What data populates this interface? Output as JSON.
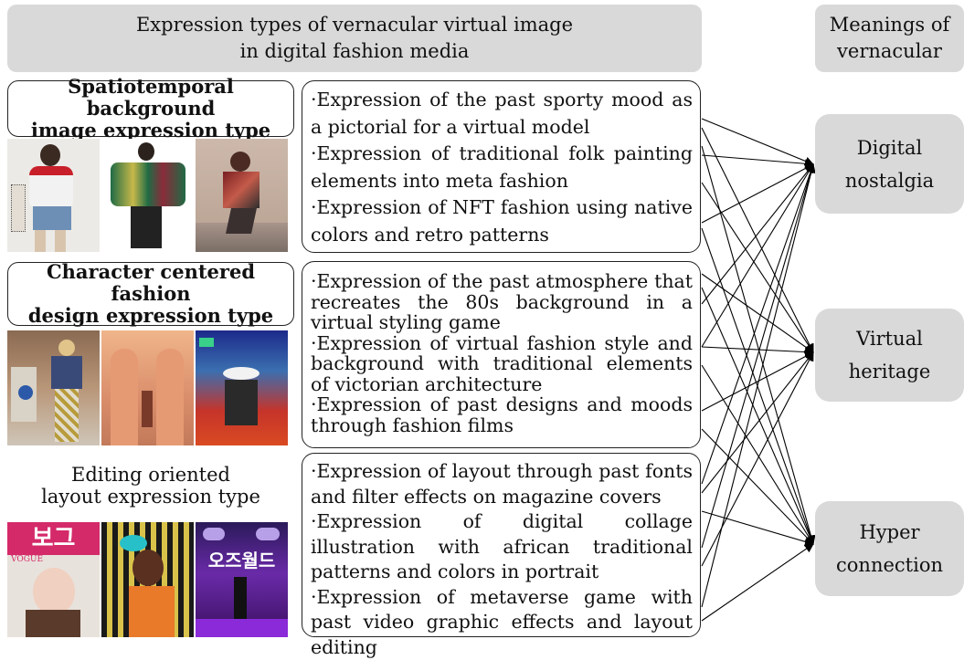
{
  "headers": {
    "left": [
      "Expression types of vernacular virtual image",
      "in digital fashion media"
    ],
    "right": [
      "Meanings of",
      "vernacular"
    ]
  },
  "types": [
    {
      "title": [
        "Spatiotemporal background",
        "image expression type"
      ],
      "items": [
        "·Expression of the past sporty mood as a pictorial for a virtual model",
        "·Expression of traditional folk painting elements into meta fashion",
        "·Expression of NFT fashion using native colors and retro patterns"
      ]
    },
    {
      "title": [
        "Character centered fashion",
        "design expression type"
      ],
      "items": [
        "·Expression of the past atmosphere that recreates the 80s background in a virtual styling game",
        "·Expression of virtual fashion style and background with traditional elements of victorian architecture",
        "·Expression of past designs and moods through fashion films"
      ]
    },
    {
      "title": [
        "Editing oriented",
        "layout expression type"
      ],
      "items": [
        "·Expression of layout through past fonts and filter effects on magazine covers",
        "·Expression of digital collage illustration with african traditional patterns and colors in portrait",
        "·Expression of metaverse game with past video graphic effects and layout editing"
      ]
    }
  ],
  "meanings": [
    [
      "Digital",
      "nostalgia"
    ],
    [
      "Virtual",
      "heritage"
    ],
    [
      "Hyper",
      "connection"
    ]
  ],
  "photo_text": {
    "magazine_cover": "VOGUE",
    "magazine_korean": "보그",
    "game_sign": "오즈월드"
  }
}
